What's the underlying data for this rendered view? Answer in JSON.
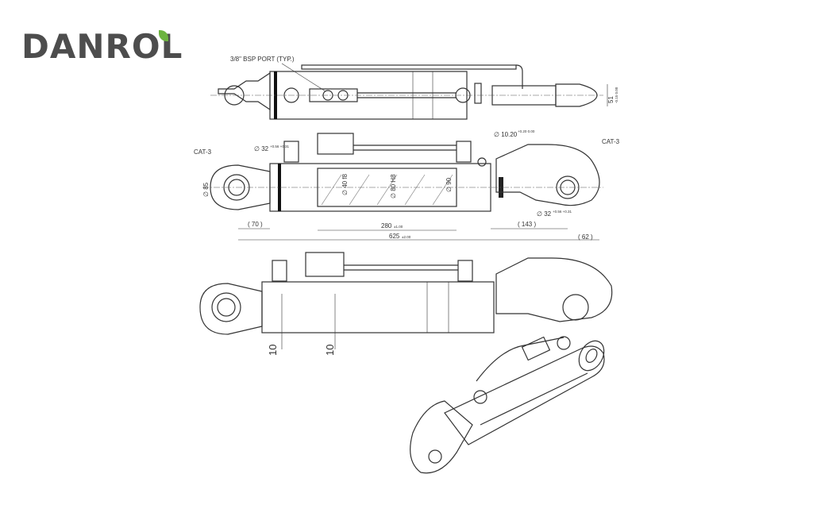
{
  "brand": {
    "logo_text": "DANROL",
    "accent_color": "#6cb33f",
    "text_color": "#4d4d4d"
  },
  "top_view": {
    "port_label": "3/8\" BSP PORT (TYP.)",
    "dim_right": "51",
    "dim_right_tol": "-0.15 0.00"
  },
  "side_view": {
    "cat_left": "CAT-3",
    "cat_right": "CAT-3",
    "pin_top": "∅ 32",
    "pin_top_tol": "+0.56 +0.31",
    "pin_bottom": "∅ 32",
    "pin_bottom_tol": "+0.56 +0.31",
    "hole": "∅ 10.20",
    "hole_tol": "+0.20 0.00",
    "eye_dia": "∅ 85",
    "rod_dia": "∅ 40 f8",
    "bore_dia": "∅ 80 H8",
    "tube_dia": "∅ 90",
    "dim_70": "( 70 )",
    "dim_280": "280",
    "dim_280_tol": "±1.00",
    "dim_143": "( 143 )",
    "dim_625": "625",
    "dim_625_tol": "±2.00",
    "dim_62": "( 62 )"
  },
  "front_view": {
    "dim_a": "10",
    "dim_b": "10"
  }
}
